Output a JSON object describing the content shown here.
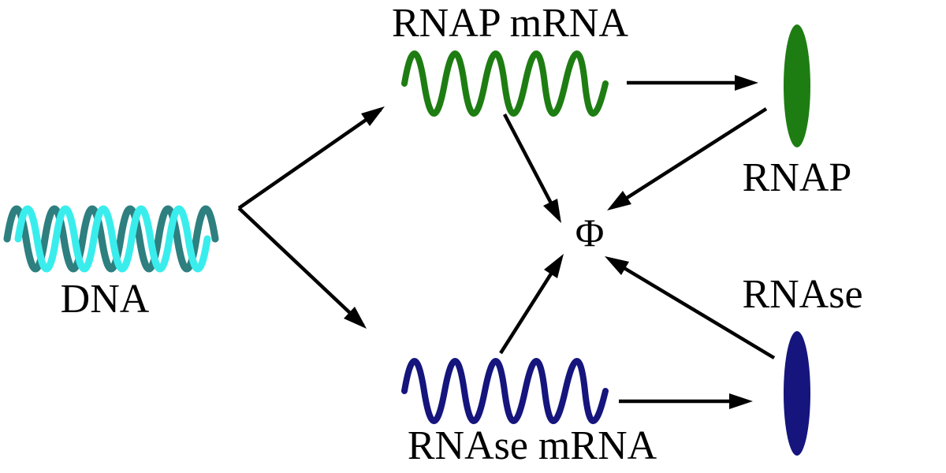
{
  "diagram": {
    "description": "Gene expression and degradation network",
    "labels": {
      "dna": "DNA",
      "rnap_mrna": "RNAP mRNA",
      "rnap": "RNAP",
      "rnase": "RNAse",
      "rnase_mrna": "RNAse mRNA",
      "degradation": "Φ"
    },
    "nodes": [
      "DNA",
      "RNAP mRNA",
      "RNAse mRNA",
      "RNAP",
      "RNAse",
      "Φ"
    ],
    "edges": [
      {
        "from": "DNA",
        "to": "RNAP mRNA"
      },
      {
        "from": "DNA",
        "to": "RNAse mRNA"
      },
      {
        "from": "RNAP mRNA",
        "to": "RNAP"
      },
      {
        "from": "RNAP mRNA",
        "to": "Φ"
      },
      {
        "from": "RNAP",
        "to": "Φ"
      },
      {
        "from": "RNAse mRNA",
        "to": "RNAse"
      },
      {
        "from": "RNAse mRNA",
        "to": "Φ"
      },
      {
        "from": "RNAse",
        "to": "Φ"
      }
    ],
    "colors": {
      "dna_strand_dark": "#2E7F7F",
      "dna_strand_light": "#3AEDED",
      "rnap_green": "#1E7D12",
      "rnase_navy": "#15157D",
      "arrow": "#000000",
      "text": "#000000"
    }
  }
}
